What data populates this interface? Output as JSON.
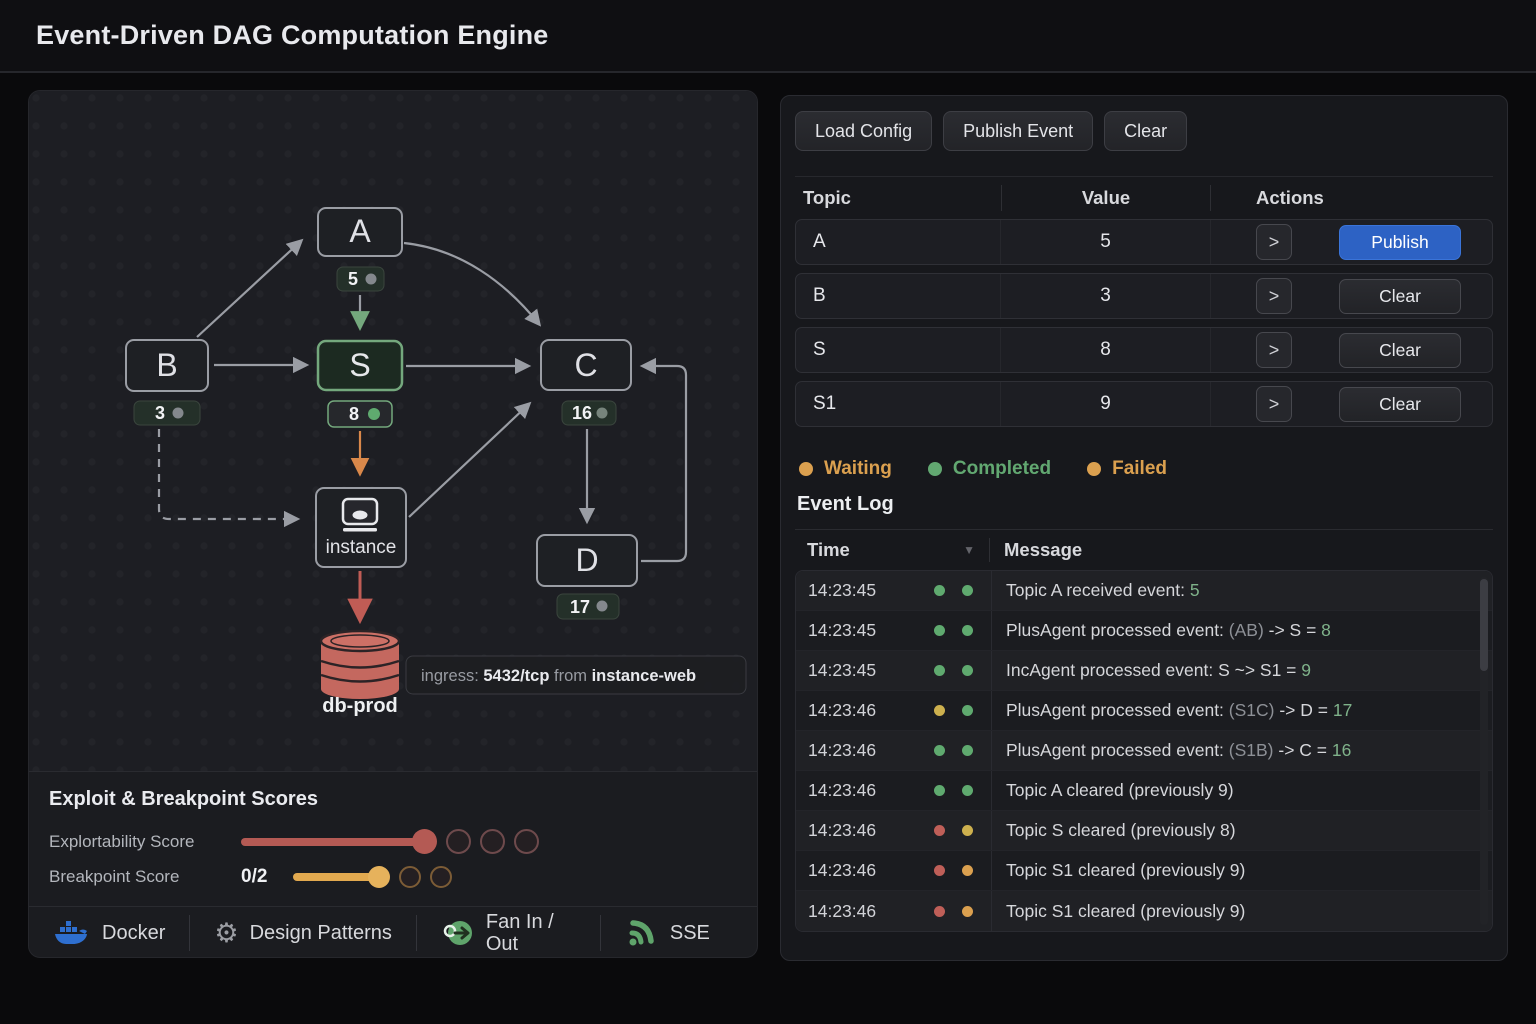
{
  "header": {
    "title": "Event-Driven DAG Computation Engine"
  },
  "graph": {
    "nodes": {
      "a": {
        "label": "A",
        "badge": "5"
      },
      "b": {
        "label": "B",
        "badge": "3"
      },
      "s": {
        "label": "S",
        "badge": "8"
      },
      "c": {
        "label": "C",
        "badge": "16"
      },
      "d": {
        "label": "D",
        "badge": "17"
      },
      "instance": {
        "label": "instance"
      },
      "db": {
        "label": "db-prod"
      }
    },
    "tooltip": {
      "prefix": "ingress: ",
      "port": "5432/tcp",
      "middle": " from ",
      "source": "instance-web"
    },
    "accent_green": "#74a87d",
    "accent_orange": "#d9884a",
    "accent_red": "#c05c55"
  },
  "scores": {
    "title": "Exploit & Breakpoint Scores",
    "exploit_label": "Explortability Score",
    "breakpoint_label": "Breakpoint Score",
    "breakpoint_value": "0/2",
    "exploit_color": "#b45a54",
    "breakpoint_color": "#e2a94f"
  },
  "tech_footer": {
    "docker": "Docker",
    "design_patterns": "Design Patterns",
    "fan": "Fan In / Out",
    "sse": "SSE"
  },
  "toolbar": {
    "load_config": "Load Config",
    "publish_event": "Publish Event",
    "clear": "Clear"
  },
  "topic_table": {
    "headers": {
      "topic": "Topic",
      "value": "Value",
      "actions": "Actions"
    },
    "publish_color": "#2d62c4",
    "rows": [
      {
        "topic": "A",
        "value": "5",
        "step": ">",
        "action": "Publish",
        "primary": true
      },
      {
        "topic": "B",
        "value": "3",
        "step": ">",
        "action": "Clear",
        "primary": false
      },
      {
        "topic": "S",
        "value": "8",
        "step": ">",
        "action": "Clear",
        "primary": false
      },
      {
        "topic": "S1",
        "value": "9",
        "step": ">",
        "action": "Clear",
        "primary": false
      }
    ]
  },
  "status_legend": [
    {
      "label": "Waiting",
      "color": "#dba04f"
    },
    {
      "label": "Completed",
      "color": "#62a871"
    },
    {
      "label": "Failed",
      "color": "#dba04f"
    }
  ],
  "event_log": {
    "title": "Event Log",
    "headers": {
      "time": "Time",
      "message": "Message"
    },
    "dot_colors": {
      "green": "#5faa6f",
      "yellow": "#cdb04e",
      "orange": "#dba04f",
      "red": "#bf5f58"
    },
    "rows": [
      {
        "time": "14:23:45",
        "dots": [
          "green",
          "green"
        ],
        "segments": [
          {
            "text": "Topic A received event: ",
            "style": "t"
          },
          {
            "text": "5",
            "style": "g"
          }
        ]
      },
      {
        "time": "14:23:45",
        "dots": [
          "green",
          "green"
        ],
        "segments": [
          {
            "text": "PlusAgent processed event: ",
            "style": "t"
          },
          {
            "text": "(AB)",
            "style": "m"
          },
          {
            "text": " -> S = ",
            "style": "t"
          },
          {
            "text": "8",
            "style": "g"
          }
        ]
      },
      {
        "time": "14:23:45",
        "dots": [
          "green",
          "green"
        ],
        "segments": [
          {
            "text": "IncAgent processed event: S ~> S1 = ",
            "style": "t"
          },
          {
            "text": "9",
            "style": "g"
          }
        ]
      },
      {
        "time": "14:23:46",
        "dots": [
          "yellow",
          "green"
        ],
        "segments": [
          {
            "text": "PlusAgent processed event: ",
            "style": "t"
          },
          {
            "text": "(S1C)",
            "style": "m"
          },
          {
            "text": " -> D = ",
            "style": "t"
          },
          {
            "text": "17",
            "style": "g"
          }
        ]
      },
      {
        "time": "14:23:46",
        "dots": [
          "green",
          "green"
        ],
        "segments": [
          {
            "text": "PlusAgent processed event: ",
            "style": "t"
          },
          {
            "text": "(S1B)",
            "style": "m"
          },
          {
            "text": " -> C = ",
            "style": "t"
          },
          {
            "text": "16",
            "style": "g"
          }
        ]
      },
      {
        "time": "14:23:46",
        "dots": [
          "green",
          "green"
        ],
        "segments": [
          {
            "text": "Topic A cleared (previously 9)",
            "style": "t"
          }
        ]
      },
      {
        "time": "14:23:46",
        "dots": [
          "red",
          "yellow"
        ],
        "segments": [
          {
            "text": "Topic S cleared (previously 8)",
            "style": "t"
          }
        ]
      },
      {
        "time": "14:23:46",
        "dots": [
          "red",
          "orange"
        ],
        "segments": [
          {
            "text": "Topic S1 cleared (previously 9)",
            "style": "t"
          }
        ]
      },
      {
        "time": "14:23:46",
        "dots": [
          "red",
          "orange"
        ],
        "segments": [
          {
            "text": "Topic S1 cleared (previously 9)",
            "style": "t"
          }
        ]
      }
    ]
  }
}
